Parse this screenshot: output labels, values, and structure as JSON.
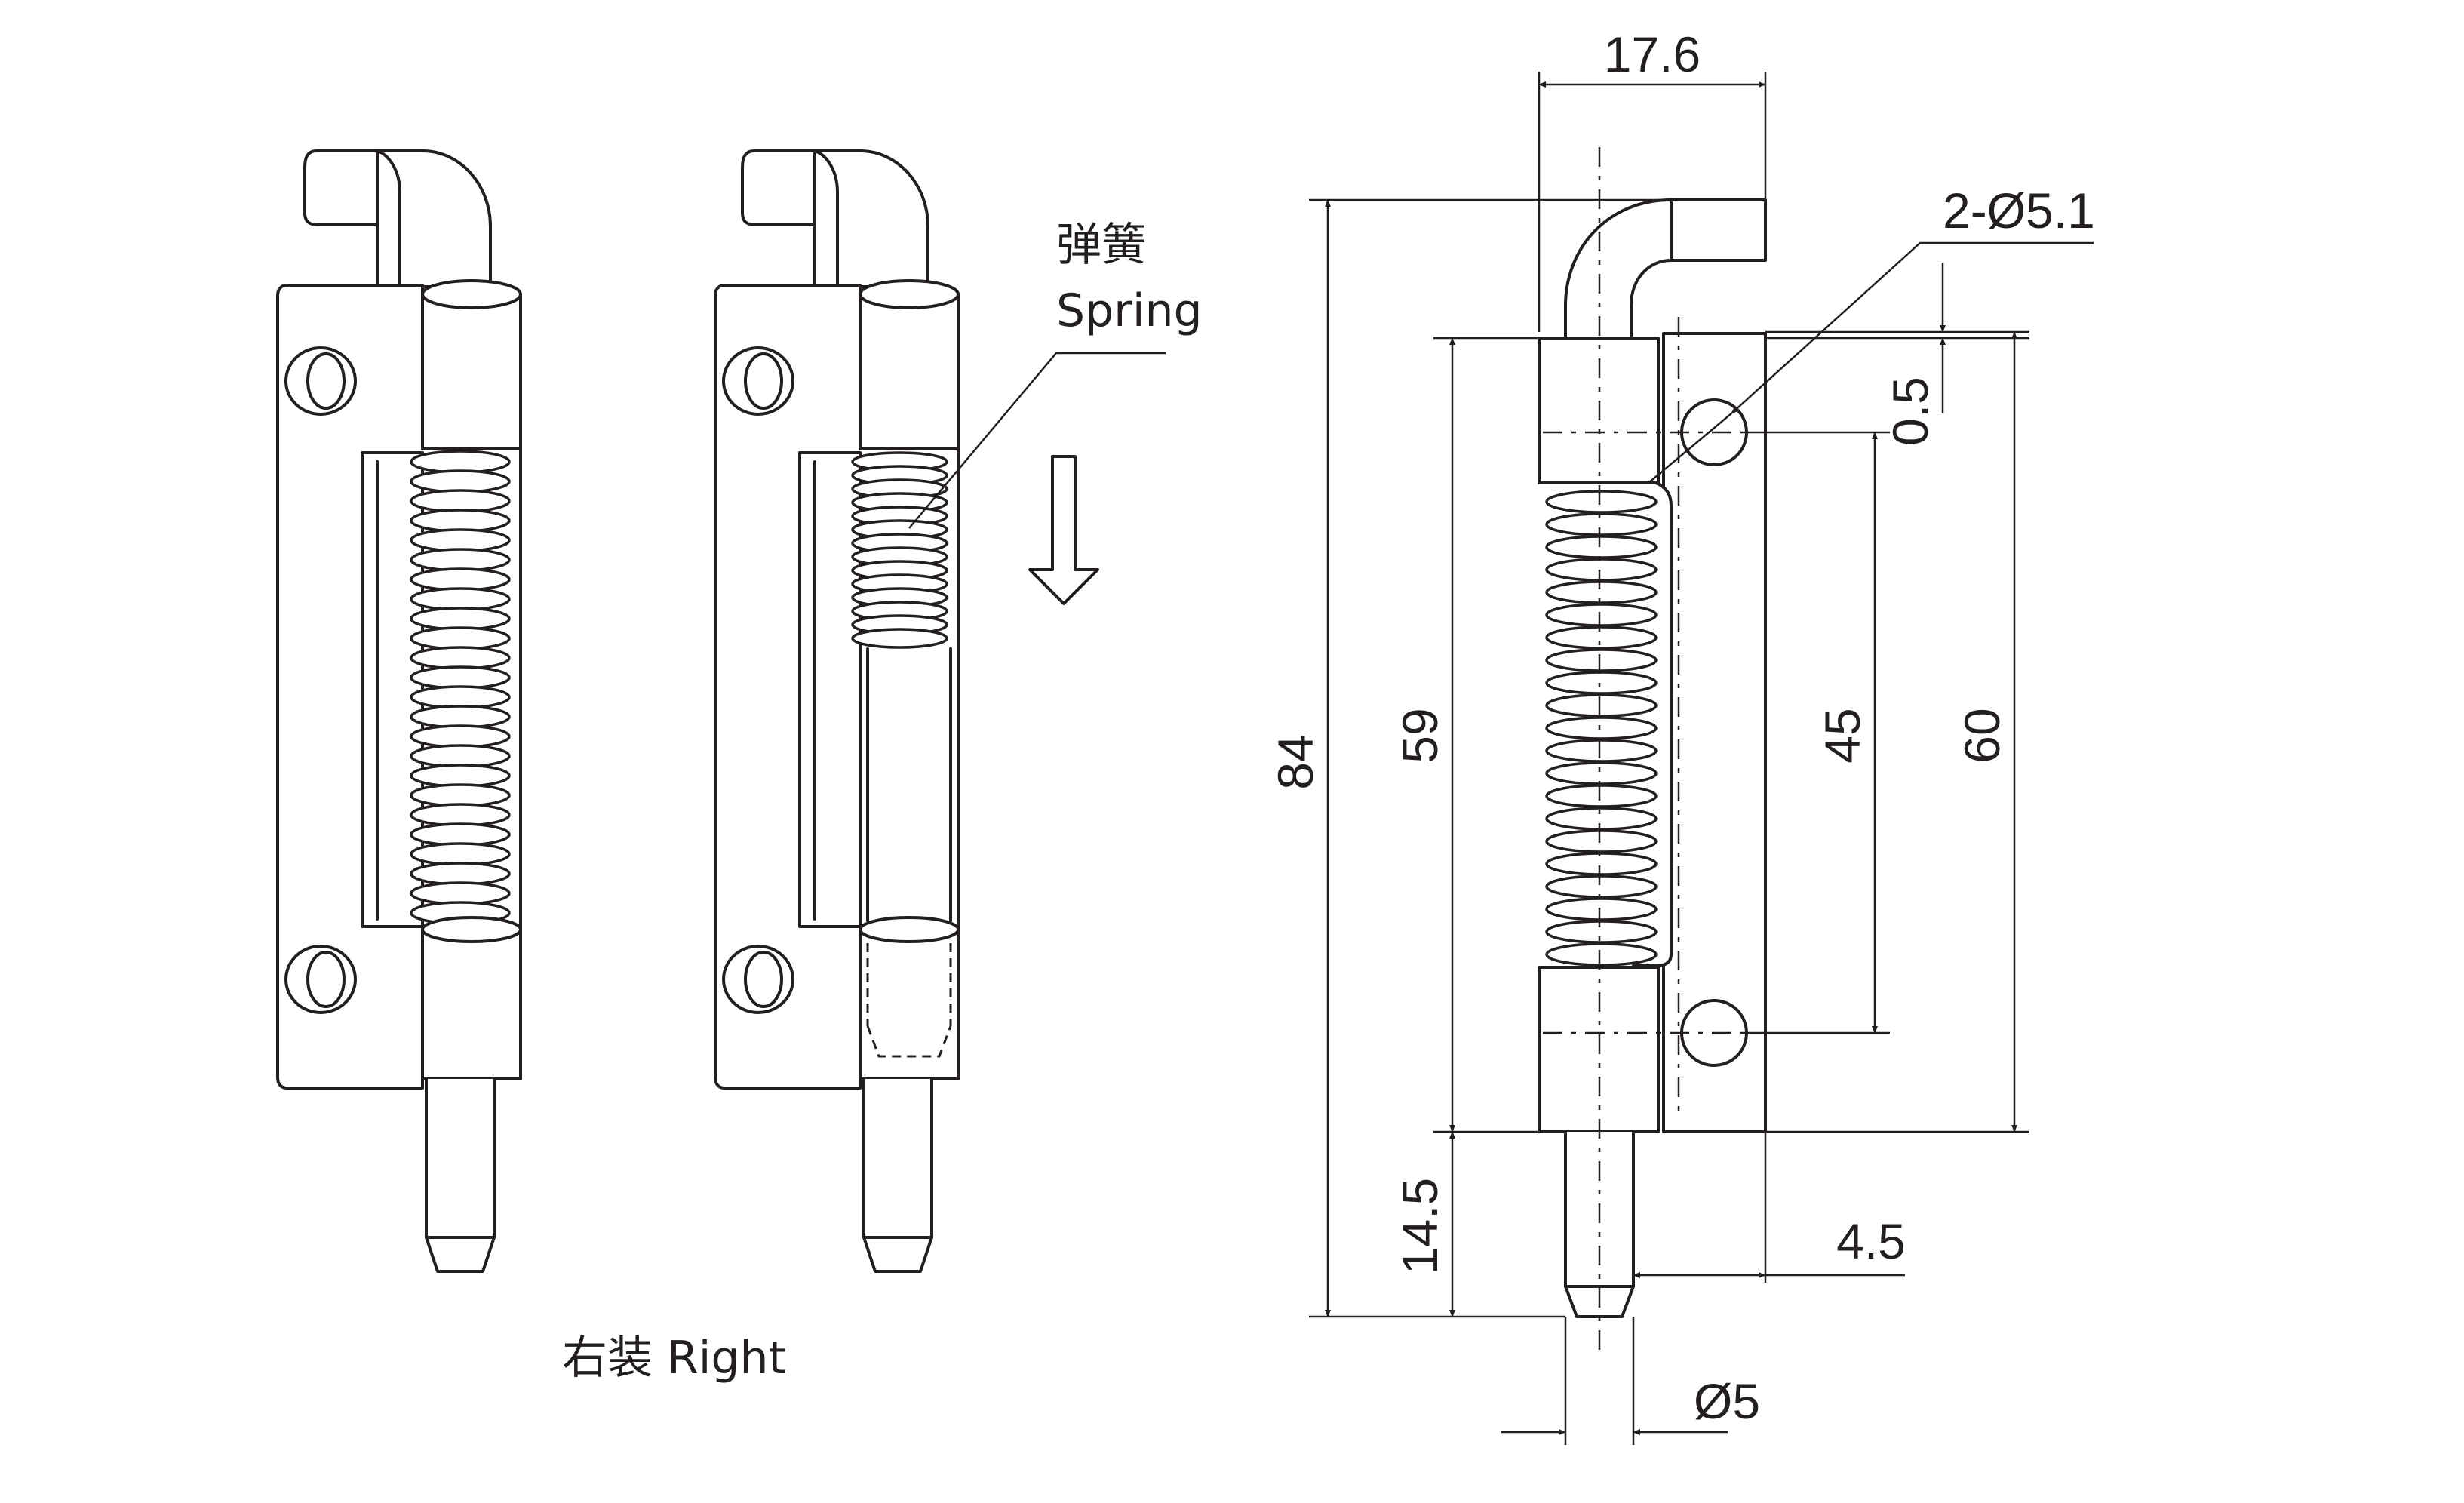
{
  "labels": {
    "spring_cn": "弹簧",
    "spring_en": "Spring",
    "mount_caption": "右装 Right"
  },
  "dimensions": {
    "width_top": "17.6",
    "hole_spec": "2-Ø5.1",
    "offset_top": "0.5",
    "overall_length": "84",
    "body_length": "59",
    "hole_pitch": "45",
    "plate_length": "60",
    "pin_protrusion": "14.5",
    "pin_offset": "4.5",
    "pin_diameter": "Ø5"
  }
}
